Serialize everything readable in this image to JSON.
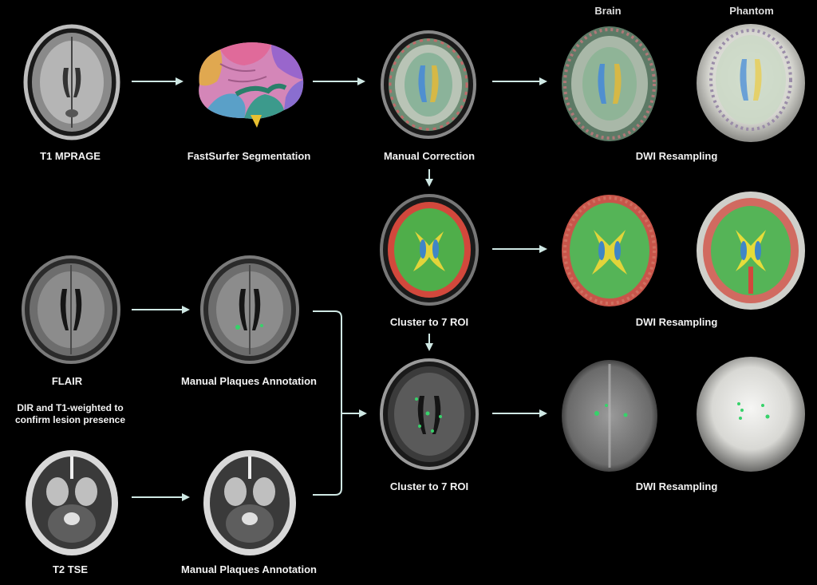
{
  "headers": {
    "brain": "Brain",
    "phantom": "Phantom"
  },
  "labels": {
    "t1": "T1 MPRAGE",
    "fastsurfer": "FastSurfer Segmentation",
    "manual_correction": "Manual Correction",
    "dwi1": "DWI Resampling",
    "cluster1": "Cluster to 7 ROI",
    "dwi2": "DWI Resampling",
    "flair": "FLAIR",
    "plaques1": "Manual Plaques Annotation",
    "dir_note": "DIR and T1-weighted to confirm lesion presence",
    "t2": "T2 TSE",
    "plaques2": "Manual Plaques Annotation",
    "cluster2": "Cluster to 7 ROI",
    "dwi3": "DWI Resampling"
  },
  "colors": {
    "arrow": "#cfe8e4",
    "roi_red": "#d2483c",
    "roi_green": "#4fae4a",
    "roi_yellow": "#e2d43a",
    "roi_blue": "#3f86c6",
    "lesion_green": "#37d26a"
  },
  "icons": [
    "brain-t1-image",
    "brain-segmentation-3d",
    "brain-flair-image",
    "brain-t2-image",
    "phantom-image"
  ]
}
